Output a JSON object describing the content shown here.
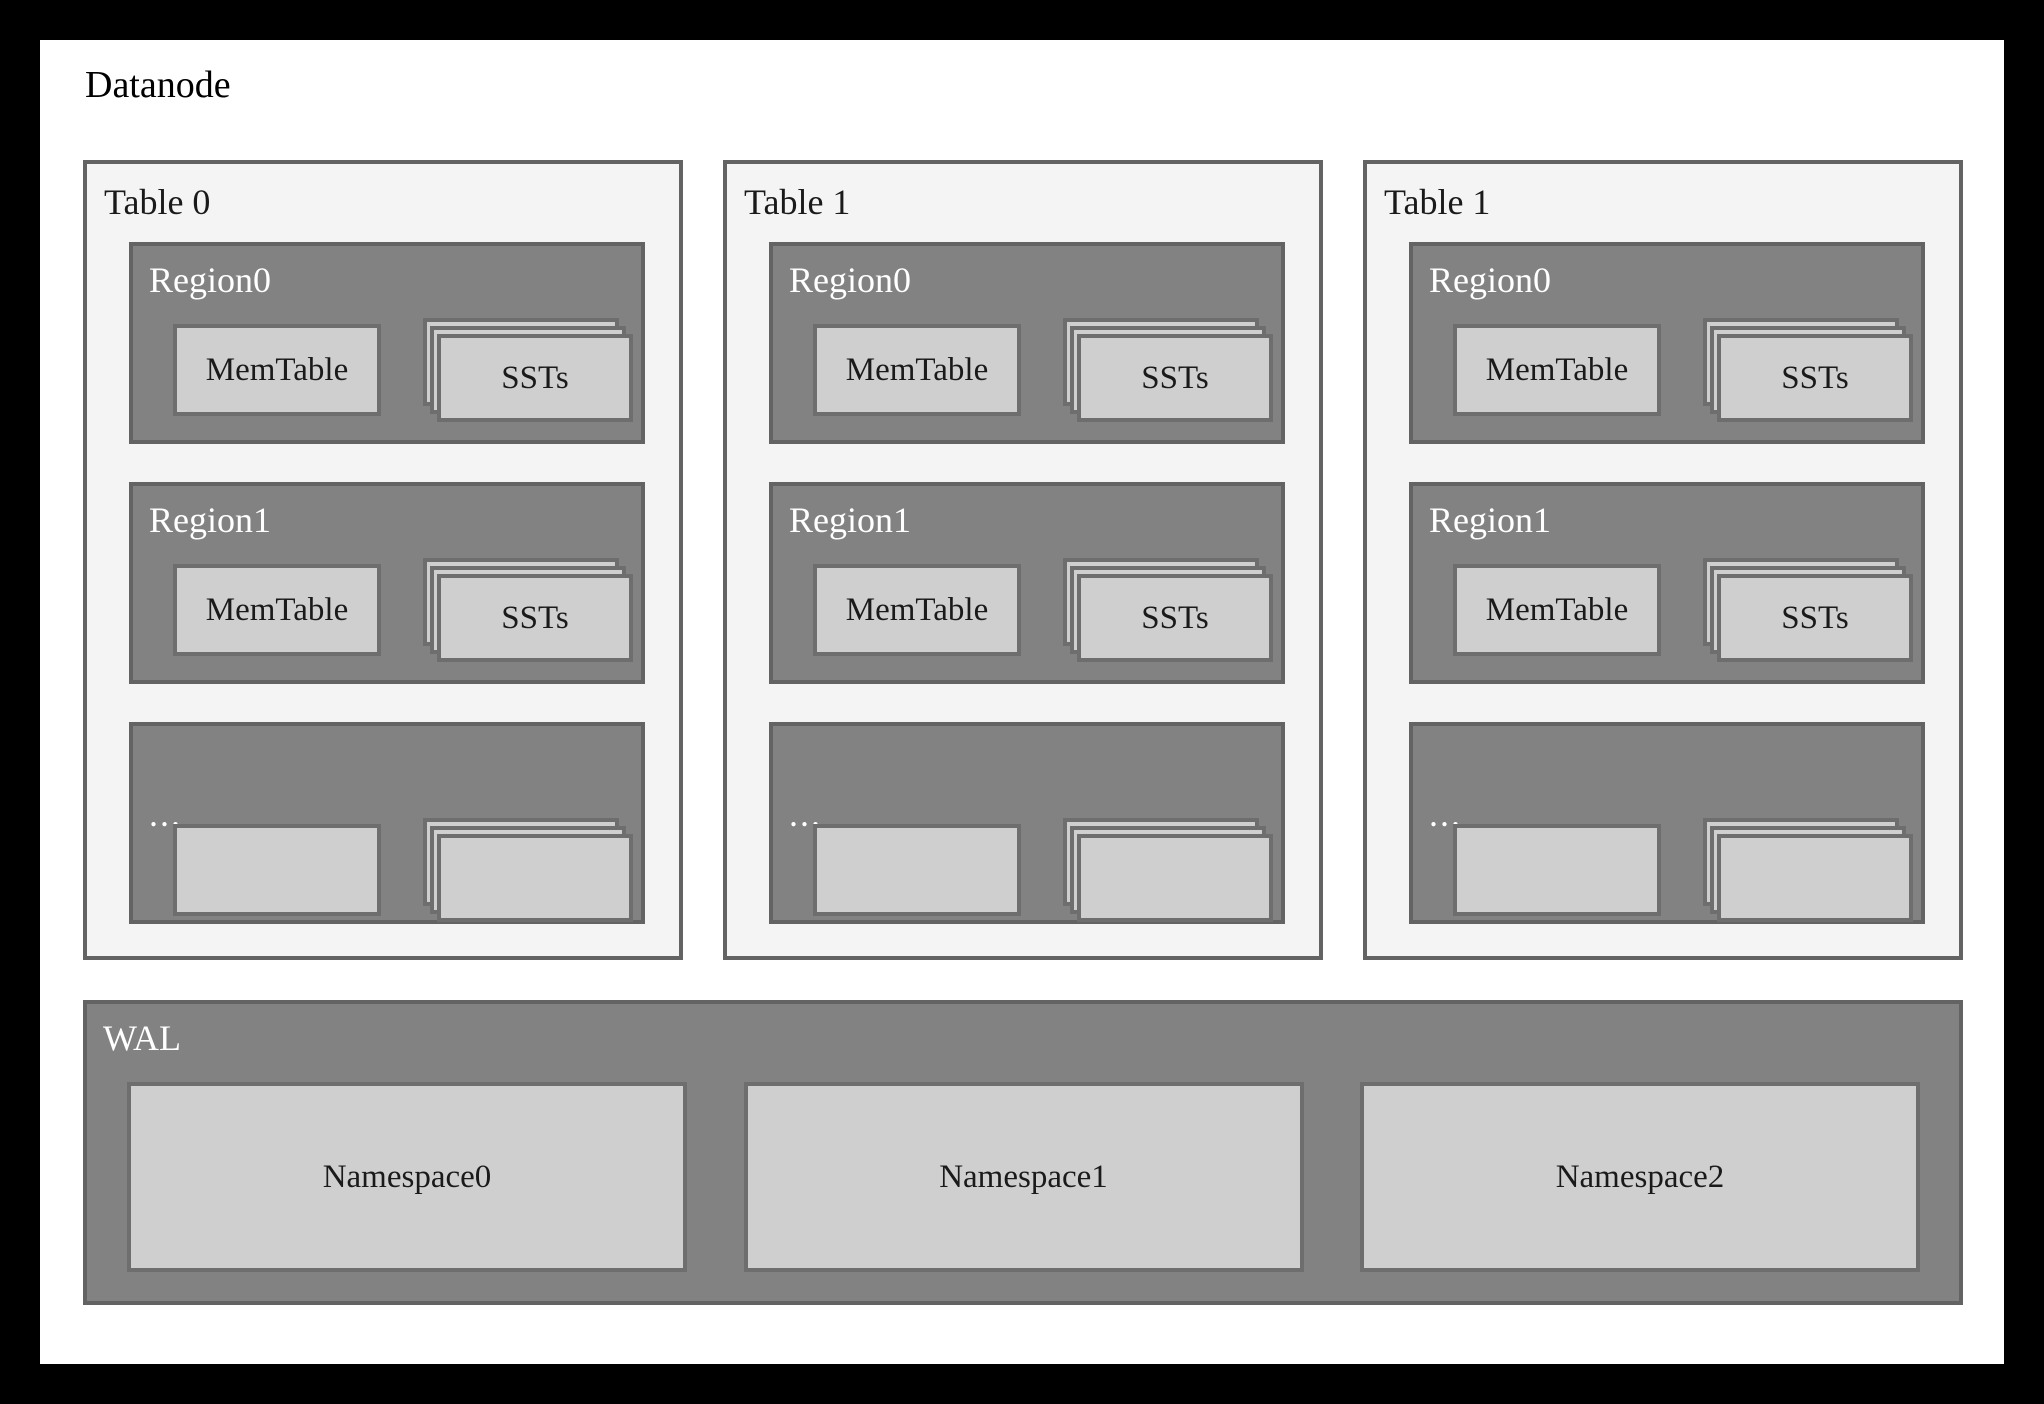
{
  "diagram": {
    "title": "Datanode",
    "colors": {
      "page_border": "#000000",
      "canvas": "#ffffff",
      "table_panel_fill": "#f4f4f4",
      "table_panel_border": "#636363",
      "region_fill": "#828282",
      "region_border": "#636363",
      "leaf_fill": "#cfcfcf",
      "leaf_border": "#6e6e6e",
      "dark_text": "#1a1a1a",
      "light_text": "#ffffff"
    },
    "tables": [
      {
        "label": "Table 0",
        "regions": [
          {
            "label": "Region0",
            "memtable": "MemTable",
            "ssts": "SSTs"
          },
          {
            "label": "Region1",
            "memtable": "MemTable",
            "ssts": "SSTs"
          },
          {
            "label": "...",
            "memtable": "",
            "ssts": ""
          }
        ]
      },
      {
        "label": "Table 1",
        "regions": [
          {
            "label": "Region0",
            "memtable": "MemTable",
            "ssts": "SSTs"
          },
          {
            "label": "Region1",
            "memtable": "MemTable",
            "ssts": "SSTs"
          },
          {
            "label": "...",
            "memtable": "",
            "ssts": ""
          }
        ]
      },
      {
        "label": "Table 1",
        "regions": [
          {
            "label": "Region0",
            "memtable": "MemTable",
            "ssts": "SSTs"
          },
          {
            "label": "Region1",
            "memtable": "MemTable",
            "ssts": "SSTs"
          },
          {
            "label": "...",
            "memtable": "",
            "ssts": ""
          }
        ]
      }
    ],
    "wal": {
      "label": "WAL",
      "namespaces": [
        "Namespace0",
        "Namespace1",
        "Namespace2"
      ]
    }
  }
}
